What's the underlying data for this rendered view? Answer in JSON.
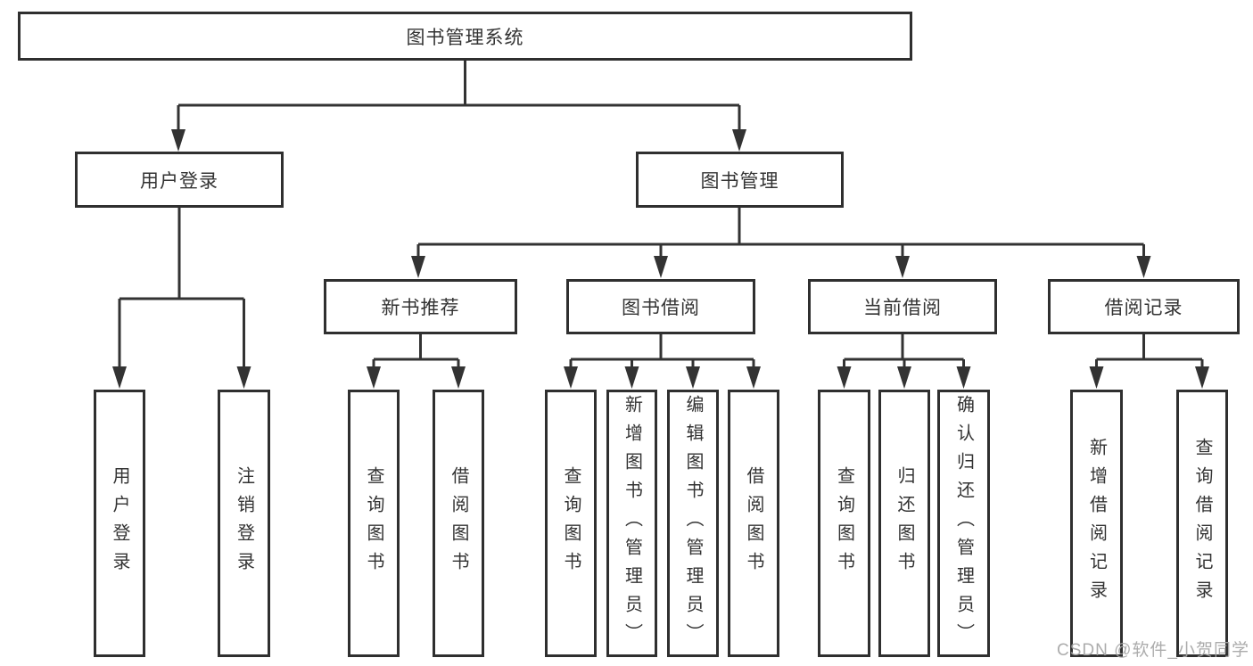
{
  "diagram_type": "hierarchy-tree",
  "colors": {
    "line": "#333333",
    "node_border": "#2f2f2f",
    "node_background": "#ffffff",
    "text": "#333333",
    "watermark_text": "#a5a5a5"
  },
  "tree": {
    "root": {
      "label": "图书管理系统"
    },
    "children": [
      {
        "label": "用户登录",
        "children": [
          {
            "label": "用户登录"
          },
          {
            "label": "注销登录"
          }
        ]
      },
      {
        "label": "图书管理",
        "children": [
          {
            "label": "新书推荐",
            "children": [
              {
                "label": "查询图书"
              },
              {
                "label": "借阅图书"
              }
            ]
          },
          {
            "label": "图书借阅",
            "children": [
              {
                "label": "查询图书"
              },
              {
                "label": "新增图书（管理员）"
              },
              {
                "label": "编辑图书（管理员）"
              },
              {
                "label": "借阅图书"
              }
            ]
          },
          {
            "label": "当前借阅",
            "children": [
              {
                "label": "查询图书"
              },
              {
                "label": "归还图书"
              },
              {
                "label": "确认归还（管理员）"
              }
            ]
          },
          {
            "label": "借阅记录",
            "children": [
              {
                "label": "新增借阅记录"
              },
              {
                "label": "查询借阅记录"
              }
            ]
          }
        ]
      }
    ]
  },
  "watermark": "CSDN @软件_小贺同学"
}
